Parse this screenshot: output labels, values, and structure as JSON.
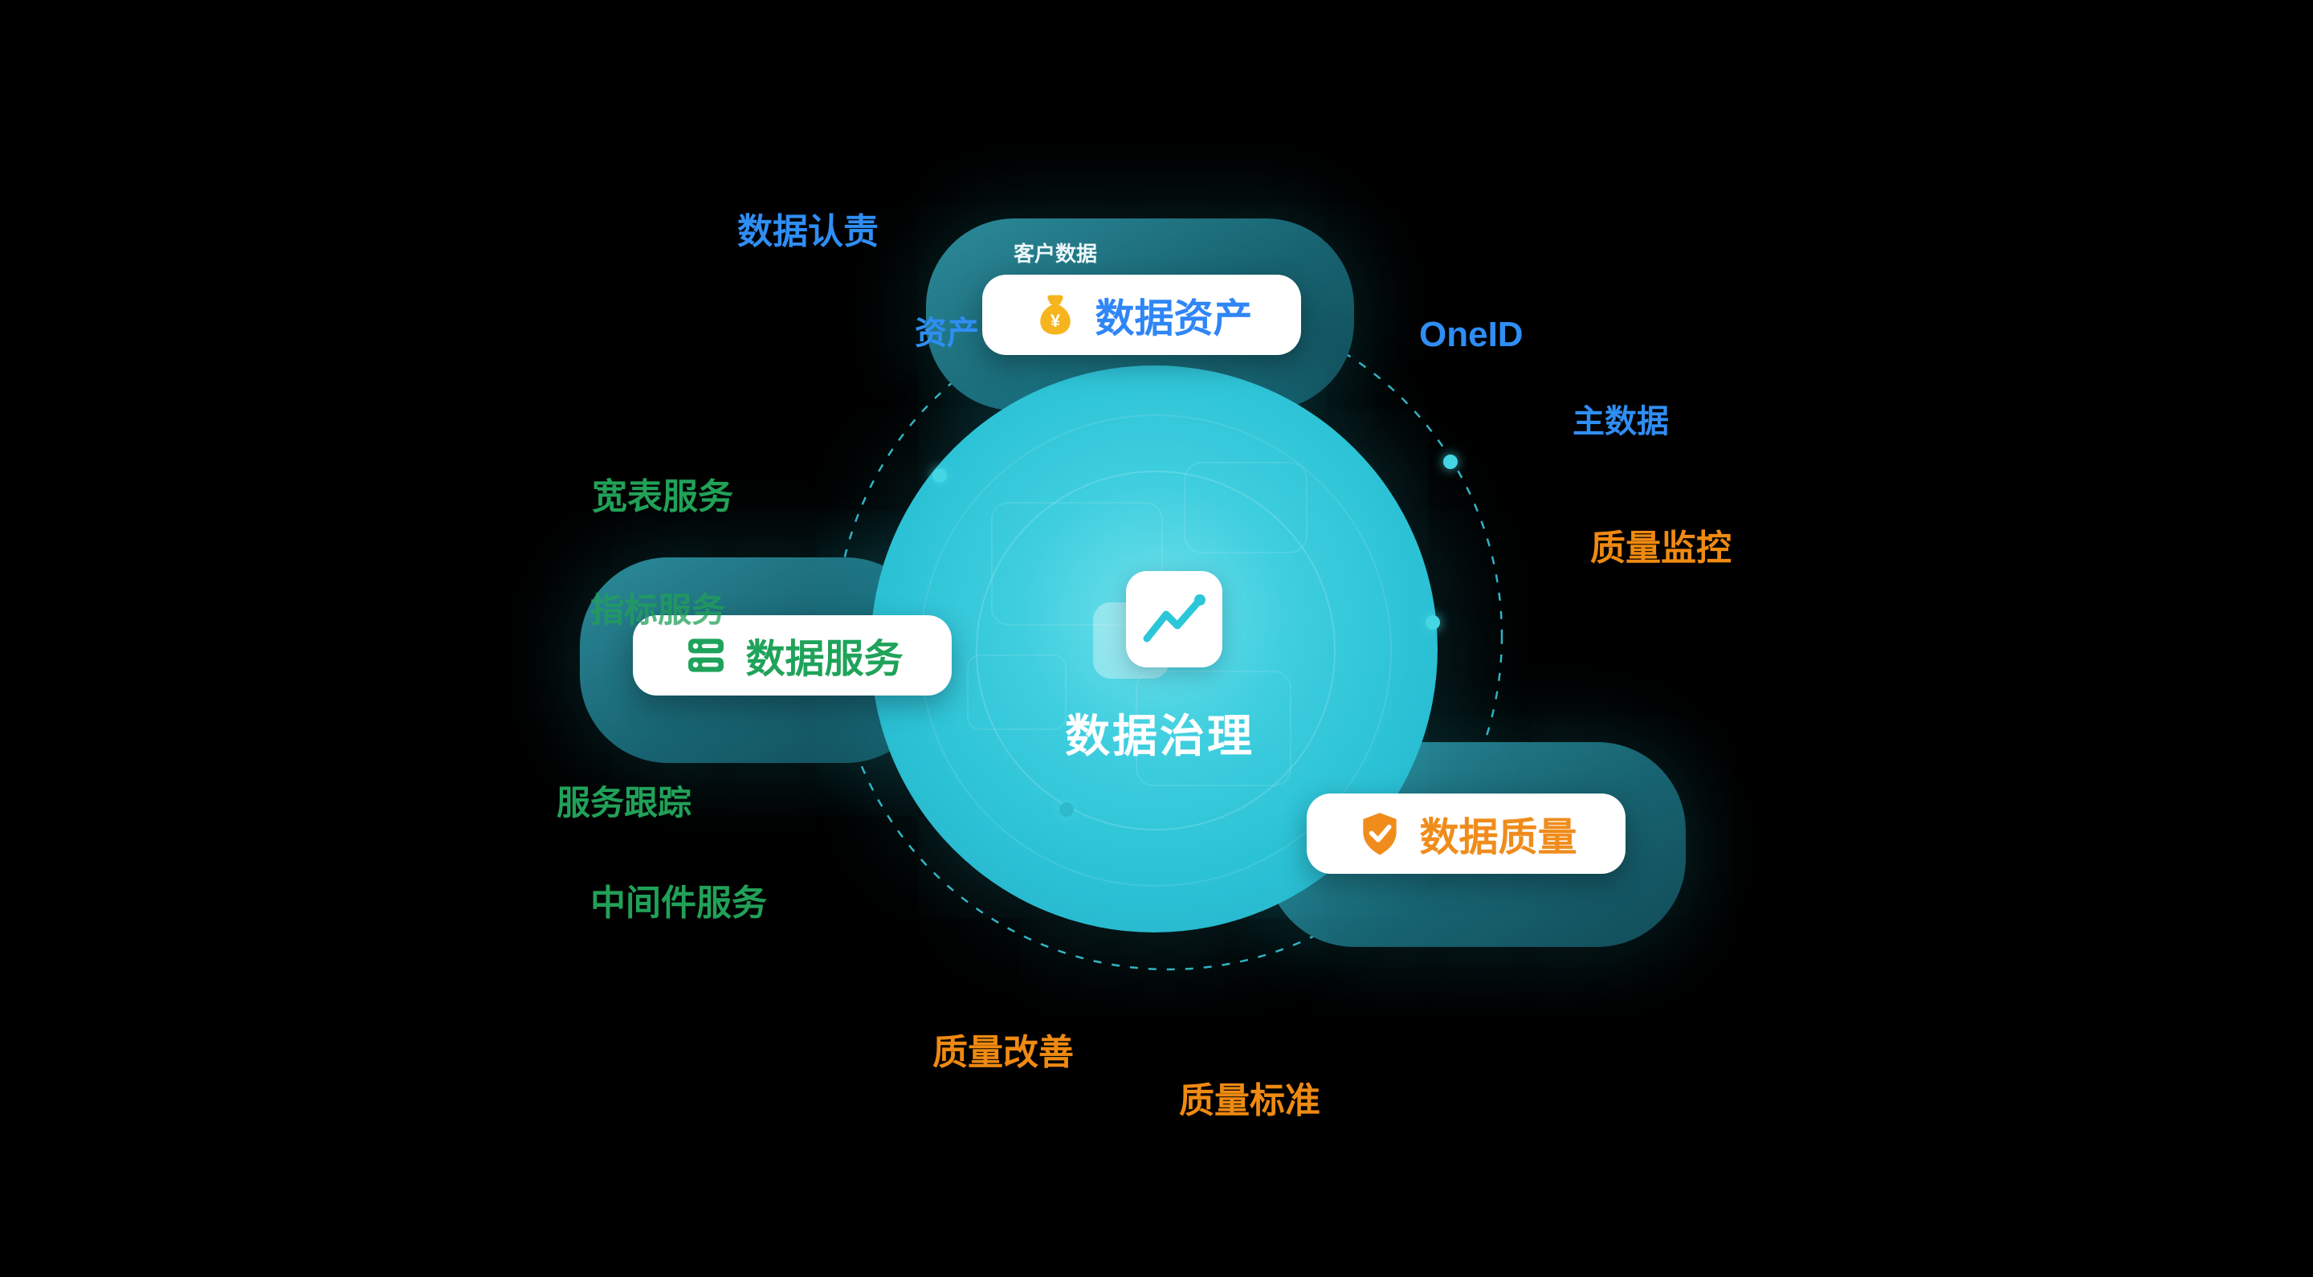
{
  "center": {
    "label": "数据治理",
    "icon": "trend-chart-icon"
  },
  "pills": {
    "asset": {
      "label": "数据资产",
      "icon": "money-bag-icon",
      "color": "#2f86f6"
    },
    "service": {
      "label": "数据服务",
      "icon": "database-icon",
      "color": "#1fa35a"
    },
    "quality": {
      "label": "数据质量",
      "icon": "shield-check-icon",
      "color": "#f08c1c"
    }
  },
  "floating_labels": [
    {
      "text": "数据认责",
      "color": "#2f8ef4"
    },
    {
      "text": "客户数据",
      "color": "#edf7f9"
    },
    {
      "text": "资产",
      "color": "#2f8ef4"
    },
    {
      "text": "OneID",
      "color": "#2f8ef4"
    },
    {
      "text": "主数据",
      "color": "#2f8ef4"
    },
    {
      "text": "质量监控",
      "color": "#ef8a12"
    },
    {
      "text": "宽表服务",
      "color": "#21a158"
    },
    {
      "text": "指标服务",
      "color": "#21a158"
    },
    {
      "text": "服务跟踪",
      "color": "#21a158"
    },
    {
      "text": "中间件服务",
      "color": "#21a158"
    },
    {
      "text": "质量改善",
      "color": "#ef8a12"
    },
    {
      "text": "质量标准",
      "color": "#ef8a12"
    }
  ],
  "colors": {
    "background": "#000000",
    "circle_teal": "#2cc2d6",
    "blob_teal": "#186472",
    "dashed_ring": "#38c6d8",
    "accent_blue": "#2f86f6",
    "accent_green": "#1fa35a",
    "accent_orange": "#f08c1c",
    "center_text": "#ffffff"
  }
}
